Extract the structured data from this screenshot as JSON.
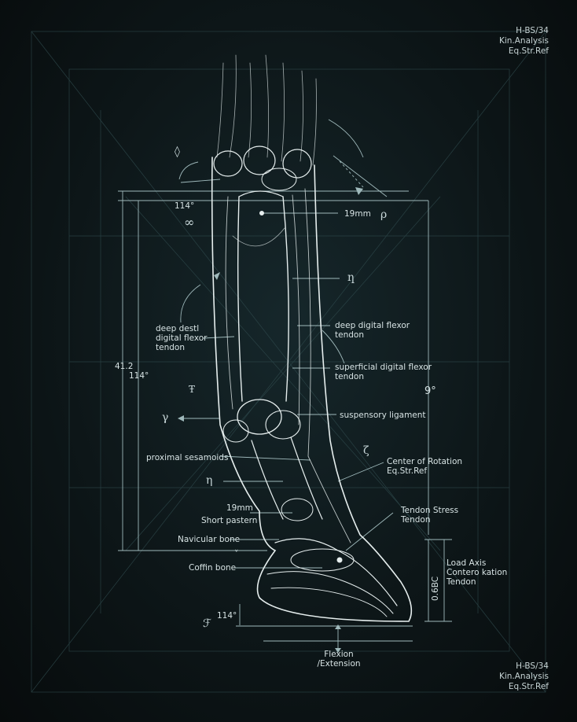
{
  "corner_top": {
    "line1": "H-BS/34",
    "line2": "Kin.Analysis",
    "line3": "Eq.Str.Ref"
  },
  "corner_bottom": {
    "line1": "H-BS/34",
    "line2": "Kin.Analysis",
    "line3": "Eq.Str.Ref"
  },
  "labels": {
    "angle_top": "114°",
    "measure_19mm_top": "19mm",
    "deep_digital_left_1": "deep destl",
    "deep_digital_left_2": "digital flexor",
    "deep_digital_left_3": "tendon",
    "deep_digital_right_1": "deep digital flexor",
    "deep_digital_right_2": "tendon",
    "superficial_1": "superficial digital flexor",
    "superficial_2": "tendon",
    "suspensory": "suspensory ligament",
    "dim_41": "41.2",
    "angle_mid": "114°",
    "angle_right": "9°",
    "proximal_sesamoids": "proximal sesamoids",
    "center_rotation_1": "Center of Rotation",
    "center_rotation_2": "Eq.Str.Ref",
    "measure_19mm_low": "19mm",
    "short_pastern": "Short pastern",
    "tendon_stress_1": "Tendon Stress",
    "tendon_stress_2": "Tendon",
    "navicular": "Navicular bone",
    "coffin": "Coffin bone",
    "load_axis_1": "Load Axis",
    "load_axis_2": "Contero kation",
    "load_axis_3": "Tendon",
    "dim_vertical": "0.6BC",
    "angle_bottom": "114°",
    "flexion_1": "Flexion",
    "flexion_2": "/Extension"
  },
  "symbols": {
    "diamond": "◊",
    "infinity": "∞",
    "rho": "ρ",
    "script_n": "ƞ",
    "tau": "Ŧ",
    "gamma": "γ",
    "zeta": "ζ",
    "eta": "η",
    "chevron": "˅",
    "script_f": "ℱ"
  },
  "colors": {
    "line": "#9fb9bb",
    "bone": "#e6eeee",
    "text": "#d7e3e4",
    "grid": "#2f4a4d"
  }
}
